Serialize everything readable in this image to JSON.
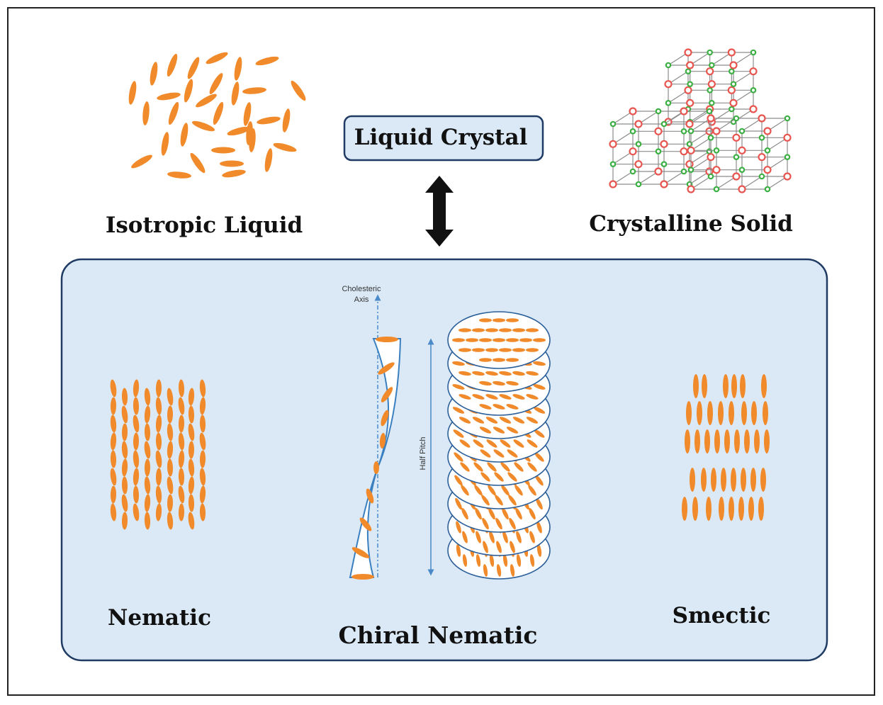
{
  "labels": {
    "isotropic": "Isotropic Liquid",
    "liquid_crystal": "Liquid Crystal",
    "crystalline": "Crystalline Solid",
    "nematic": "Nematic",
    "chiral_nematic": "Chiral Nematic",
    "smectic": "Smectic",
    "cholesteric_line1": "Cholesteric",
    "cholesteric_line2": "Axis",
    "half_pitch": "Half Pitch"
  },
  "colors": {
    "molecule": "#f08a2a",
    "panel_fill": "#dbe9f6",
    "panel_stroke": "#1f3b63",
    "lattice_line": "#8c8c8c",
    "lattice_red": "#e8554f",
    "lattice_green": "#3cb043",
    "axis_blue": "#4a8ac8"
  },
  "icons": {
    "arrow": "double-vertical-arrow-icon"
  }
}
